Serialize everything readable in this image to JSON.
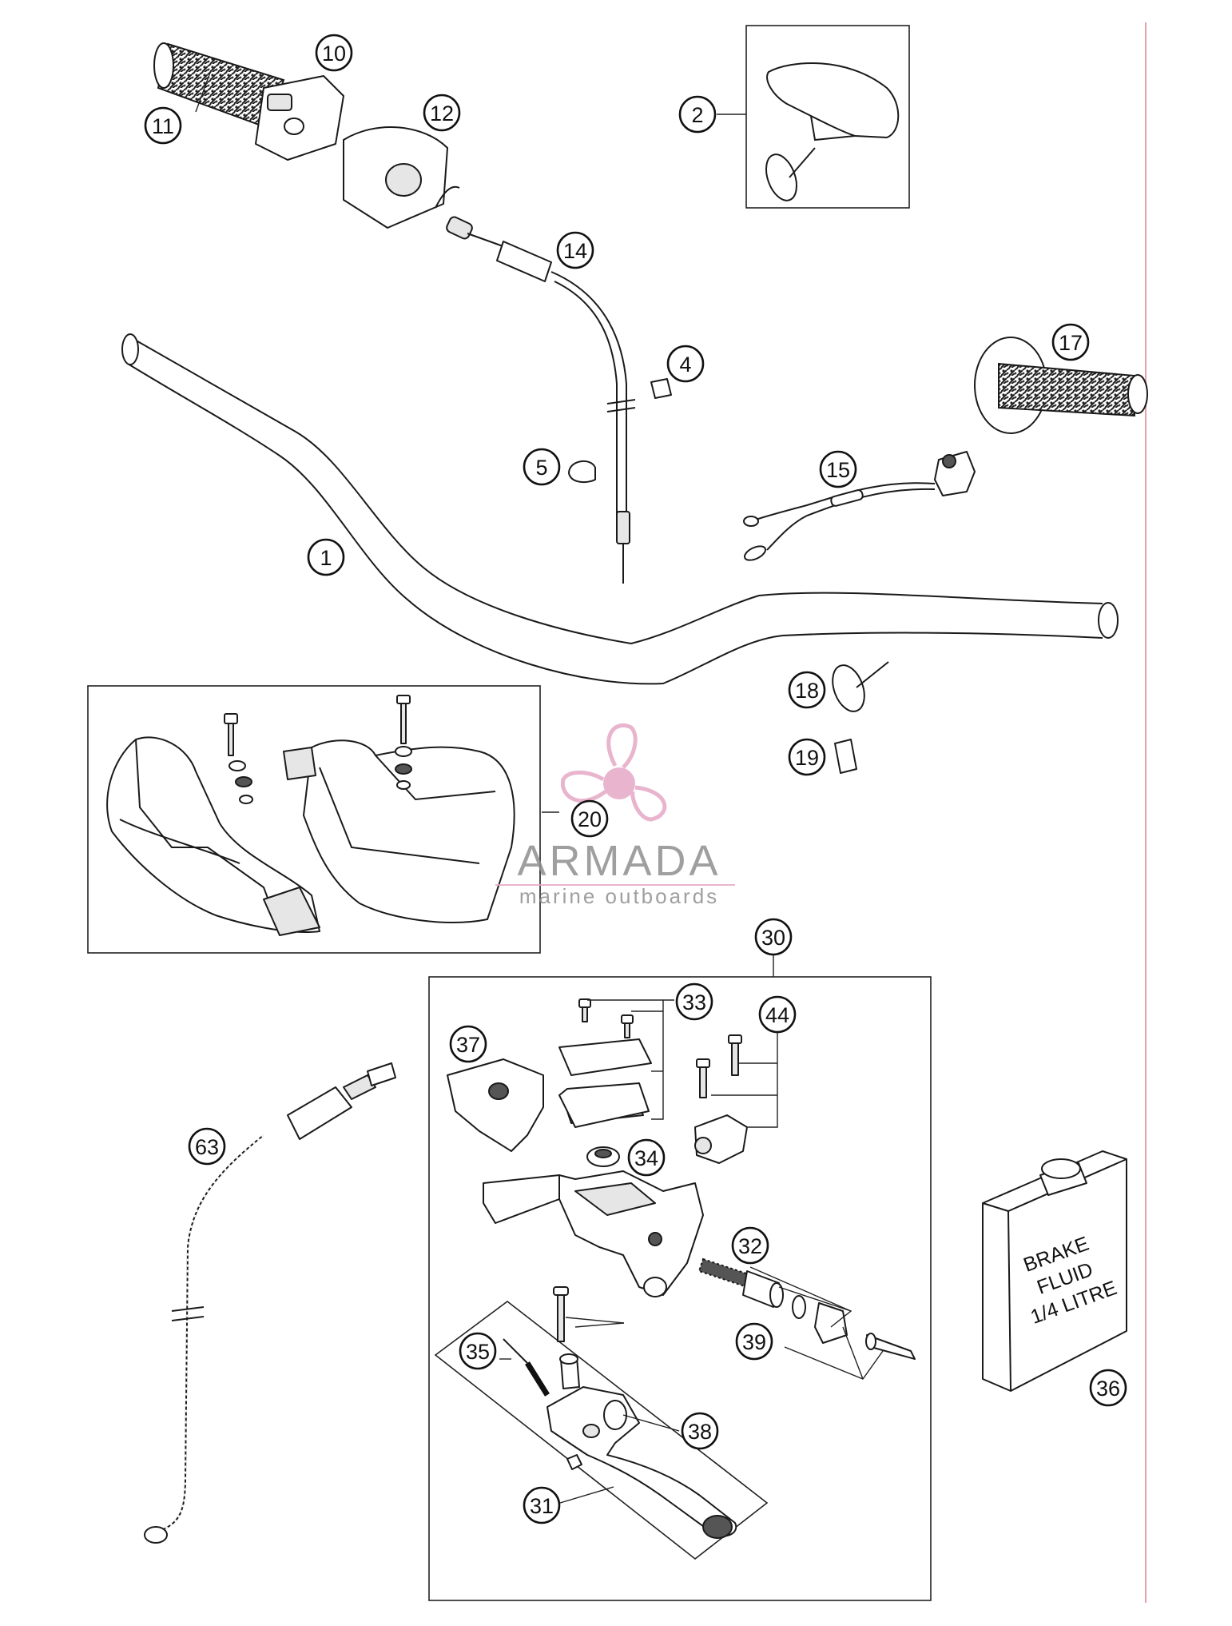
{
  "callouts": [
    {
      "label": "10"
    },
    {
      "label": "11"
    },
    {
      "label": "12"
    },
    {
      "label": "2"
    },
    {
      "label": "14"
    },
    {
      "label": "4"
    },
    {
      "label": "5"
    },
    {
      "label": "17"
    },
    {
      "label": "15"
    },
    {
      "label": "1"
    },
    {
      "label": "18"
    },
    {
      "label": "19"
    },
    {
      "label": "20"
    },
    {
      "label": "30"
    },
    {
      "label": "33"
    },
    {
      "label": "44"
    },
    {
      "label": "37"
    },
    {
      "label": "34"
    },
    {
      "label": "32"
    },
    {
      "label": "39"
    },
    {
      "label": "35"
    },
    {
      "label": "38"
    },
    {
      "label": "31"
    },
    {
      "label": "63"
    },
    {
      "label": "36"
    }
  ],
  "brake_fluid": {
    "line1": "BRAKE",
    "line2": "FLUID",
    "line3": "1/4 LITRE"
  },
  "watermark": {
    "brand": "ARMADA",
    "tagline": "marine outboards",
    "color": "#e6a8c6"
  },
  "colors": {
    "line": "#1a1a1a",
    "margin_rule": "#e8a0a8"
  }
}
